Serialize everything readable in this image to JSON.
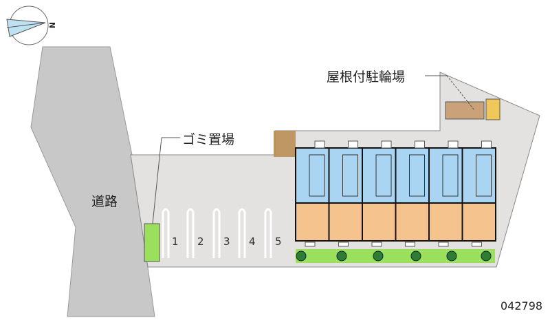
{
  "labels": {
    "road": "道路",
    "garbage": "ゴミ置場",
    "bicycle_parking": "屋根付駐輪場",
    "property_id": "042798",
    "compass_north": "N"
  },
  "parking_spaces": [
    "1",
    "2",
    "3",
    "4",
    "5"
  ],
  "units": 6,
  "colors": {
    "road": "#c8c8c8",
    "site": "#e4e2e0",
    "unit_wet": "#a9d4f2",
    "unit_room": "#f5c48e",
    "green": "#9ae05c",
    "brick": "#b98a4e"
  }
}
